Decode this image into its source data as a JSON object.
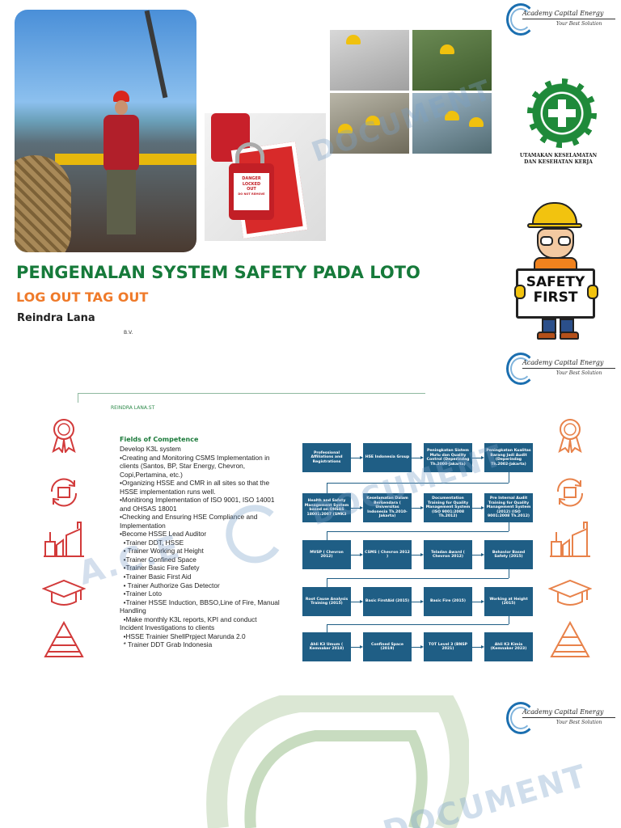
{
  "logo": {
    "name": "Academy Capital Energy",
    "tagline": "Your Best Solution"
  },
  "slide1": {
    "title": "PENGENALAN SYSTEM SAFETY PADA LOTO",
    "subtitle": "LOG OUT TAG OUT",
    "author": "Reindra Lana",
    "suffix": "B.V.",
    "k3_logo_text": [
      "UTAMAKAN KESELAMATAN",
      "DAN KESEHATAN KERJA"
    ],
    "tag_text": [
      "DANGER",
      "LOCKED",
      "OUT",
      "DO NOT REMOVE"
    ],
    "sign_text": [
      "SAFETY",
      "FIRST"
    ],
    "watermark": "DOCUMENT"
  },
  "slide2": {
    "header": "REINDRA LANA.ST",
    "competence_title": "Fields of Competence",
    "competence_items": [
      "Develop K3L system",
      "•Creating and Monitoring CSMS Implementation in clients (Santos, BP, Star Energy, Chevron, Copi,Pertamina, etc.)",
      "•Organizing HSSE and CMR in all sites so that the HSSE implementation runs well.",
      "•Monitirong Implementation of ISO 9001, ISO 14001 and OHSAS 18001",
      "•Checking and Ensuring HSE Compliance and Implementation",
      "•Become HSSE Lead Auditor",
      "  •Trainer DDT, HSSE",
      "  • Trainer Working at Height",
      "  •Trainer Confined Space",
      "  •Trainer Basic Fire Safety",
      "  •Trainer Basic First Aid",
      "  • Trainer Authorize Gas Detector",
      "  •Trainer Loto",
      "  •Trainer HSSE Induction, BBSO,Line of Fire, Manual Handling",
      "  •Make monthly K3L reports, KPI and conduct Incident Investigations to clients",
      "  •HSSE Trainier ShellPrpject Marunda 2.0",
      "  * Trainer DDT Grab Indonesia"
    ],
    "flow_rows": [
      [
        "Professional Affiliations and Registrations",
        "HSE Indonesia Group",
        "Peningkatan Sistem Mutu dan Quality Control (Deperindag Th.2000-Jakarta)",
        "Peningkatan Kualitas Barang Jadi Audit (Deperindag Th.2002-Jakarta)"
      ],
      [
        "Health and Safety Management System based on OHSAS 18001:2007 (SMK3",
        "Keselamatan Dalam Berkendara ( Universitas Indonesia Th.2010-Jakarta)",
        "Documentation Training for Quality Management System (ISO 9001:2008 Th.2012)",
        "Pre Internal Audit Training for Quality Management System (2012) (ISO 9001:2008 Th.2012)"
      ],
      [
        "MVSP ( Chevron 2012)",
        "CSMS ( Chevron 2012 )",
        "Teladan Award ( Chevron 2012)",
        "Behavior Based Safety (2015)"
      ],
      [
        "Root Cause Analysis Training (2015)",
        "Basic FirstAid (2015)",
        "Basic Fire (2015)",
        "Working at Height (2015)"
      ],
      [
        "Ahli K3 Umum ( Kemnaker 2018)",
        "Confined Space (2019)",
        "TOT Level 3 (BNSP 2021)",
        "Ahli K3 Kimia (Kemnaker 2023)"
      ]
    ],
    "watermark_a": "A.C.E",
    "watermark_doc": "DOCUMENT"
  },
  "slide3": {
    "watermark": "DOCUMENT"
  },
  "icons": [
    "award-ribbon-icon",
    "recycle-box-icon",
    "factory-icon",
    "graduation-cap-icon",
    "pyramid-icon"
  ],
  "colors": {
    "green": "#167a3a",
    "orange": "#ef7a2a",
    "flow_box": "#1f5e85",
    "icon_red": "#d23a3a",
    "icon_orange": "#e8824a"
  }
}
